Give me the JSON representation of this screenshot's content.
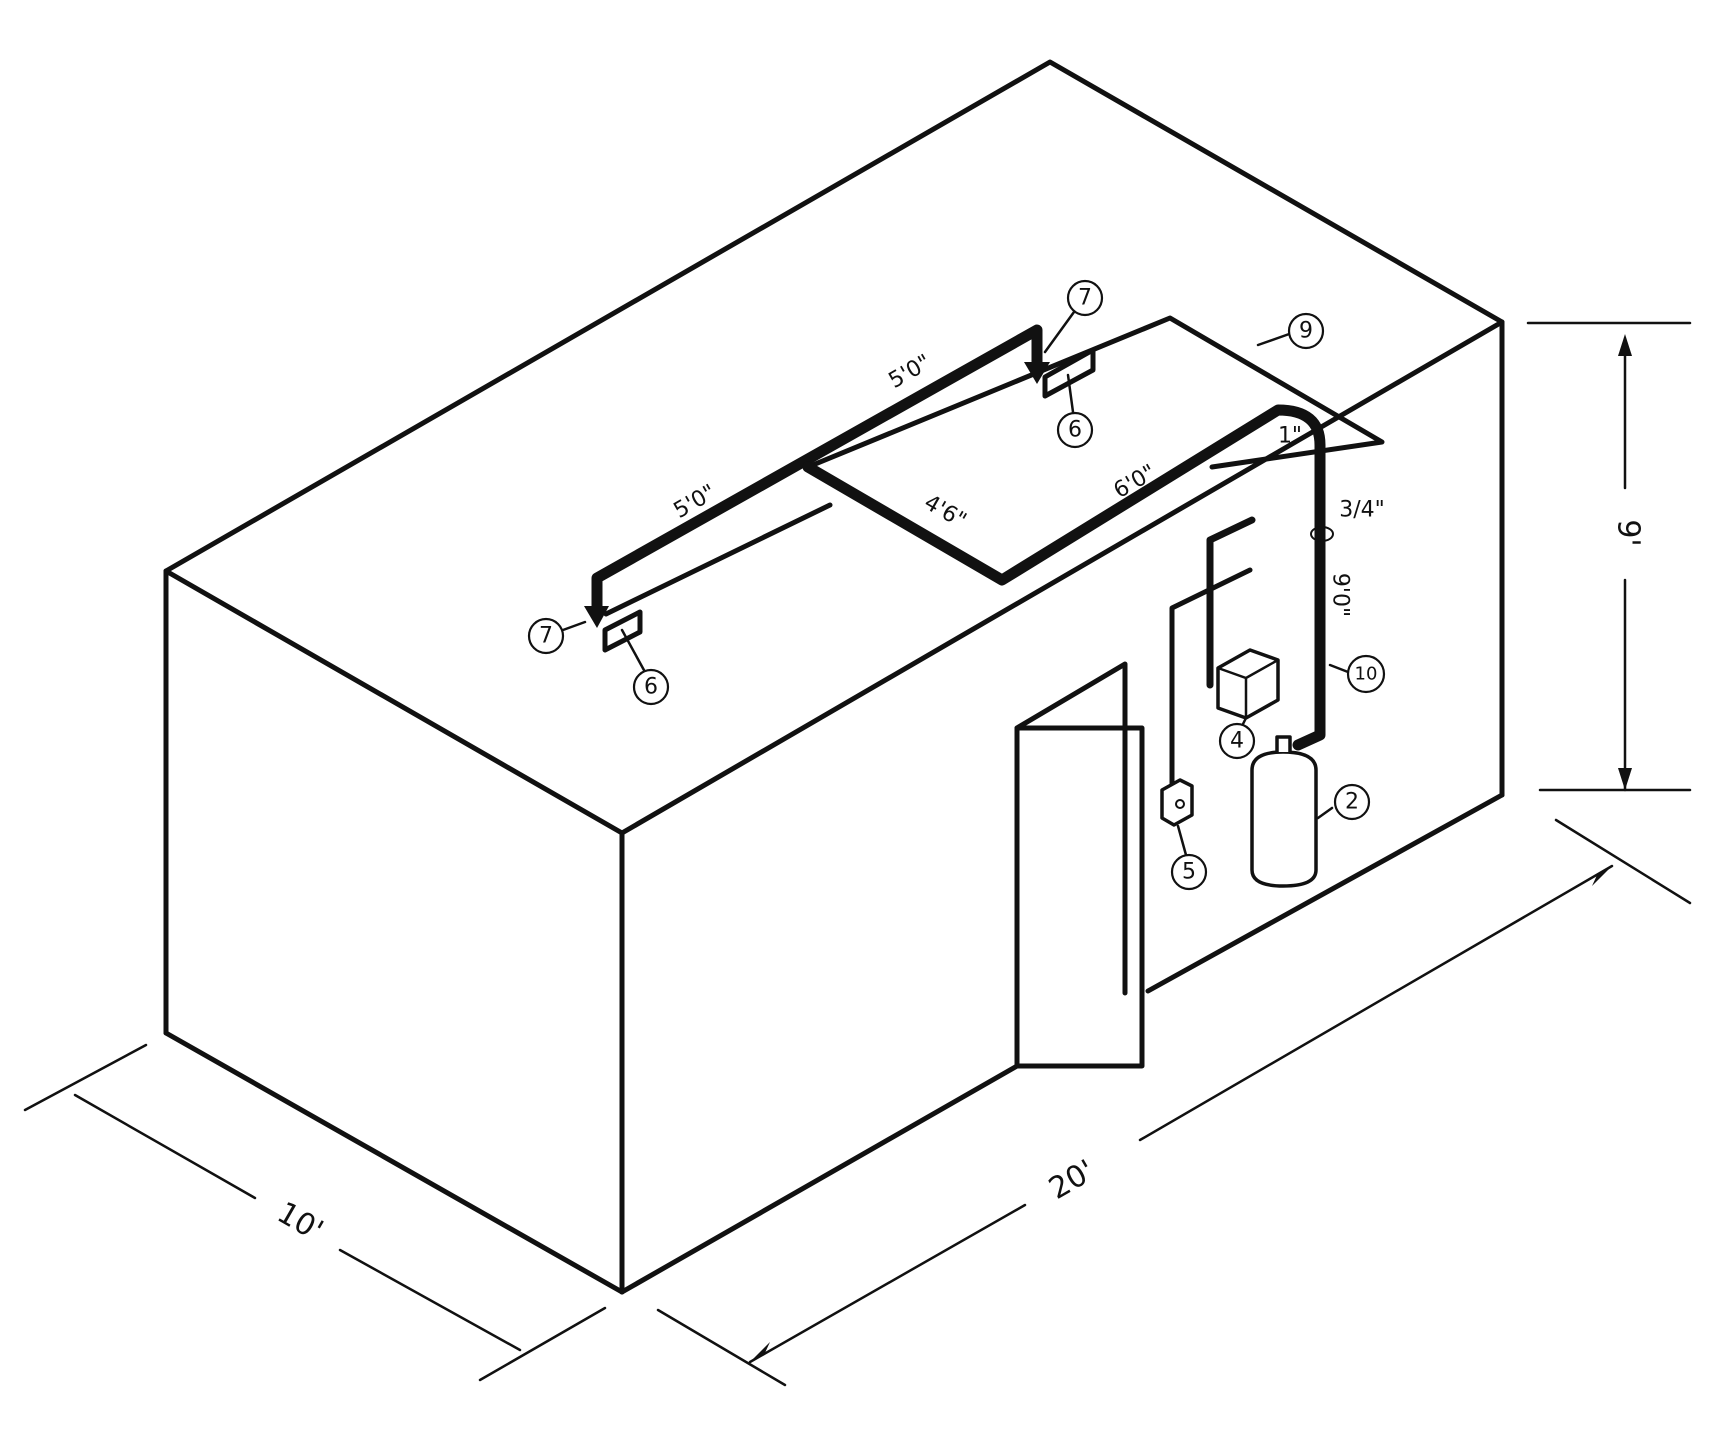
{
  "dimensions": {
    "length": "20'",
    "width": "10'",
    "height": "9'"
  },
  "pipe_lengths": {
    "left_run": "5'0\"",
    "rear_run": "5'0\"",
    "cross_run": "4'6\"",
    "main_run": "6'0\"",
    "drop": "9'0\"",
    "main_size": "1\"",
    "branch_size": "3/4\""
  },
  "callouts": {
    "tank": "2",
    "control_box": "4",
    "switch_box": "5",
    "bracket_left": "6",
    "bracket_rear": "6",
    "nozzle_left": "7",
    "nozzle_rear": "7",
    "detection_line": "9",
    "piping": "10"
  }
}
